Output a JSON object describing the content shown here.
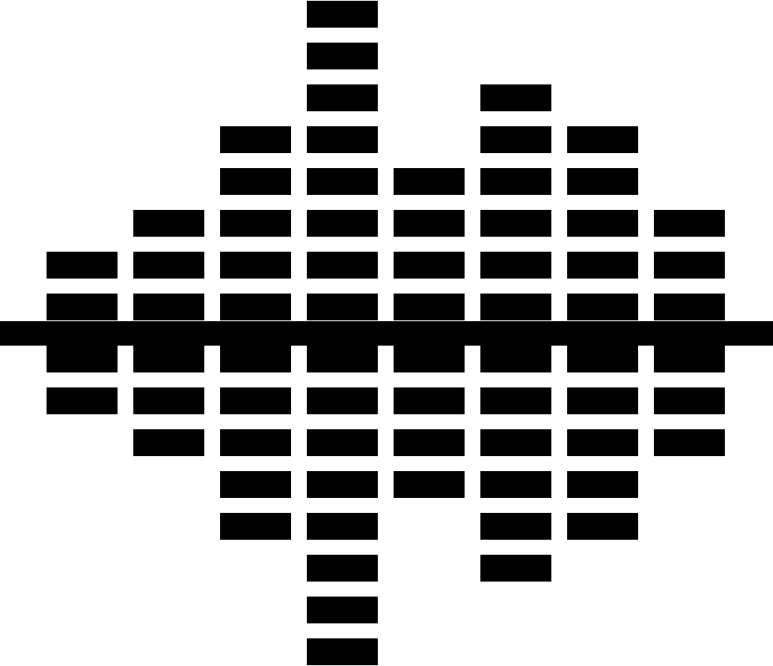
{
  "icon": {
    "name": "audio-equalizer-icon",
    "color": "#000000",
    "background": "#ffffff",
    "column_segments": [
      {
        "above": 2,
        "below": 2
      },
      {
        "above": 3,
        "below": 3
      },
      {
        "above": 5,
        "below": 5
      },
      {
        "above": 8,
        "below": 8
      },
      {
        "above": 4,
        "below": 4
      },
      {
        "above": 6,
        "below": 6
      },
      {
        "above": 5,
        "below": 5
      },
      {
        "above": 3,
        "below": 3
      }
    ]
  }
}
